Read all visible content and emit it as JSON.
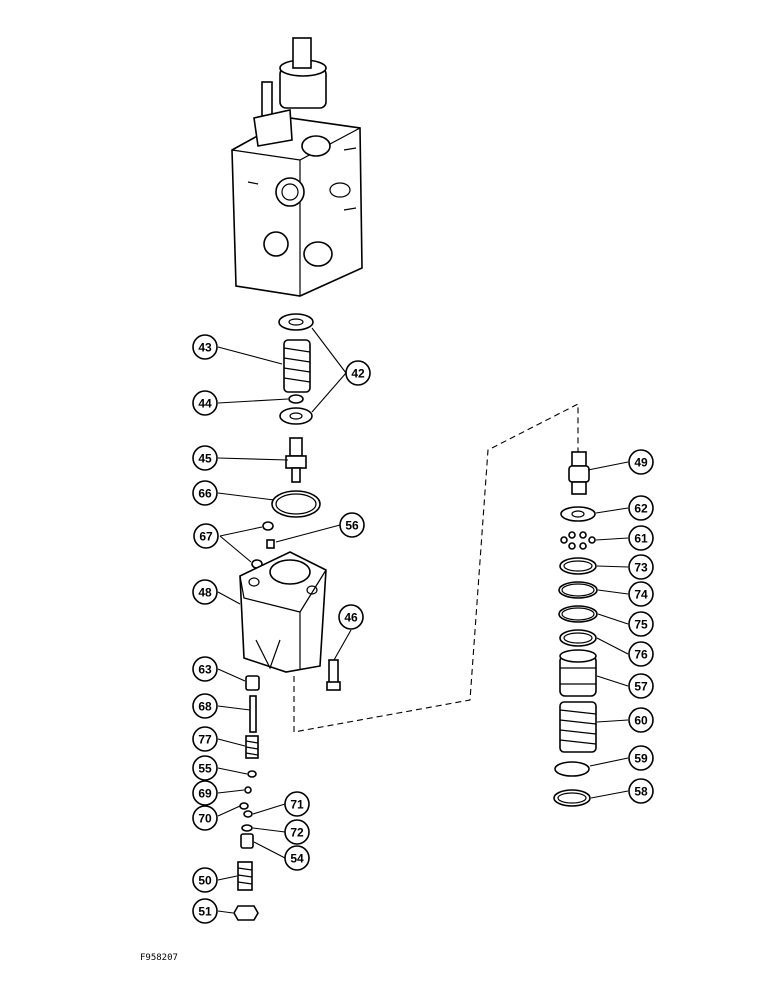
{
  "figure": {
    "id_text": "F958207"
  },
  "callouts": [
    {
      "number": "43"
    },
    {
      "number": "42"
    },
    {
      "number": "44"
    },
    {
      "number": "45"
    },
    {
      "number": "66"
    },
    {
      "number": "67"
    },
    {
      "number": "56"
    },
    {
      "number": "48"
    },
    {
      "number": "46"
    },
    {
      "number": "63"
    },
    {
      "number": "68"
    },
    {
      "number": "77"
    },
    {
      "number": "55"
    },
    {
      "number": "69"
    },
    {
      "number": "70"
    },
    {
      "number": "71"
    },
    {
      "number": "72"
    },
    {
      "number": "54"
    },
    {
      "number": "50"
    },
    {
      "number": "51"
    },
    {
      "number": "49"
    },
    {
      "number": "62"
    },
    {
      "number": "61"
    },
    {
      "number": "73"
    },
    {
      "number": "74"
    },
    {
      "number": "75"
    },
    {
      "number": "76"
    },
    {
      "number": "57"
    },
    {
      "number": "60"
    },
    {
      "number": "59"
    },
    {
      "number": "58"
    }
  ]
}
